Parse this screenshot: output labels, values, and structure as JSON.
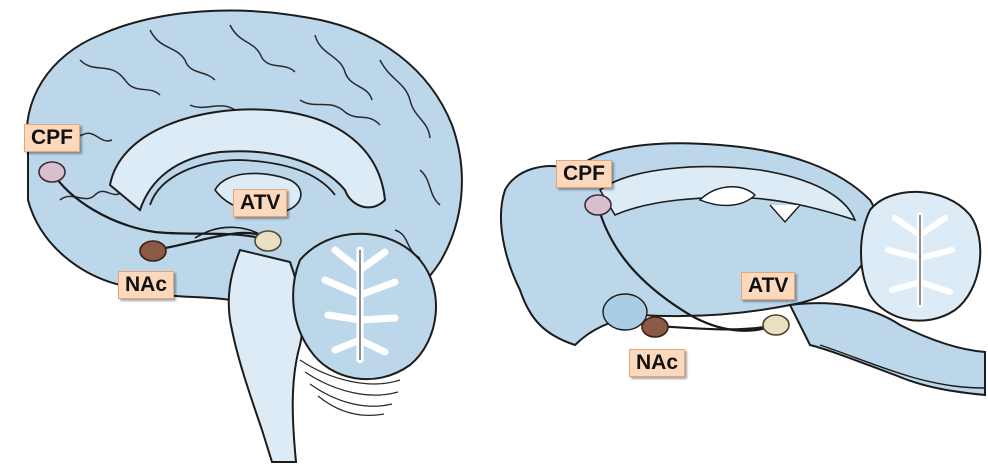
{
  "human": {
    "labels": {
      "cpf": "CPF",
      "atv": "ATV",
      "nac": "NAc"
    }
  },
  "rodent": {
    "labels": {
      "cpf": "CPF",
      "atv": "ATV",
      "nac": "NAc"
    }
  },
  "colors": {
    "tissue": "#bcd7ea",
    "tissue_light": "#dcebf5",
    "outline": "#1c1c1c",
    "label_bg": "#fcd9bd",
    "label_border": "#e7a678",
    "cpf_neuron": "#d8bfd0",
    "nac_neuron": "#8a5a44",
    "atv_neuron": "#e9dfc3"
  }
}
